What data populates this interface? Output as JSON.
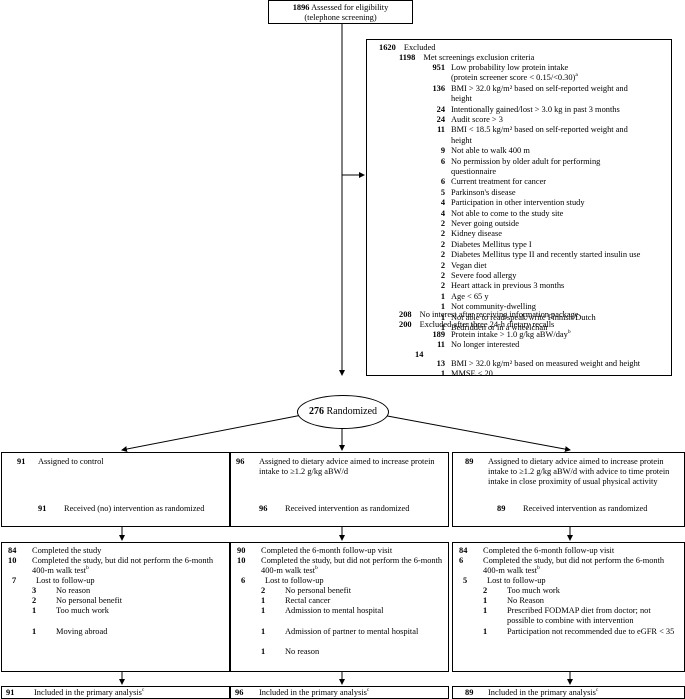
{
  "assessed": {
    "count": "1896",
    "label": "Assessed for eligibility",
    "sub": "(telephone screening)"
  },
  "excluded": {
    "count": "1620",
    "label": "Excluded",
    "screen": {
      "count": "1198",
      "label": "Met screenings exclusion criteria"
    },
    "criteria": [
      {
        "n": "951",
        "t": "Low probability low protein intake",
        "t2": "(protein screener score < 0.15/<0.30)",
        "sup": "a"
      },
      {
        "n": "136",
        "t": "BMI > 32.0 kg/m² based on self-reported weight and",
        "t2": "height"
      },
      {
        "n": "24",
        "t": "Intentionally gained/lost > 3.0 kg in past 3 months"
      },
      {
        "n": "24",
        "t": "Audit score > 3"
      },
      {
        "n": "11",
        "t": "BMI < 18.5 kg/m² based on self-reported weight and",
        "t2": "height"
      },
      {
        "n": "9",
        "t": "Not able to walk 400 m"
      },
      {
        "n": "6",
        "t": "No permission by older adult for performing",
        "t2": "questionnaire"
      },
      {
        "n": "6",
        "t": "Current treatment for cancer"
      },
      {
        "n": "5",
        "t": "Parkinson's disease"
      },
      {
        "n": "4",
        "t": "Participation in other intervention study"
      },
      {
        "n": "4",
        "t": "Not able to come to the study site"
      },
      {
        "n": "2",
        "t": "Never going outside"
      },
      {
        "n": "2",
        "t": "Kidney disease"
      },
      {
        "n": "2",
        "t": "Diabetes Mellitus type I"
      },
      {
        "n": "2",
        "t": "Diabetes Mellitus type II and recently started insulin use"
      },
      {
        "n": "2",
        "t": "Vegan diet"
      },
      {
        "n": "2",
        "t": "Severe food allergy"
      },
      {
        "n": "2",
        "t": "Heart attack in previous 3 months"
      },
      {
        "n": "1",
        "t": "Age < 65 y"
      },
      {
        "n": "1",
        "t": "Not community-dwelling"
      },
      {
        "n": "1",
        "t": "Not able to read/speak/write Finnish/Dutch"
      },
      {
        "n": "1",
        "t": "Bedridden or in a wheelchair"
      }
    ],
    "no_interest": {
      "n": "208",
      "t": "No interest after receiving information package"
    },
    "recalls": {
      "n": "200",
      "t": "Excluded after three 24-h dietary recalls"
    },
    "recall_items": [
      {
        "n": "189",
        "t": "Protein intake > 1.0 g/kg aBW/day",
        "sup": "b"
      },
      {
        "n": "11",
        "t": "No longer interested"
      }
    ],
    "other": {
      "n": "14"
    },
    "other_items": [
      {
        "n": "13",
        "t": "BMI > 32.0 kg/m² based on measured weight and height"
      },
      {
        "n": "1",
        "t": "MMSE ≤ 20"
      }
    ]
  },
  "randomized": {
    "count": "276",
    "label": "Randomized"
  },
  "arms": [
    {
      "n": "91",
      "assign": "Assigned to control",
      "recv_n": "91",
      "recv": "Received (no) intervention as randomized",
      "completed_n": "84",
      "completed": "Completed the study",
      "nowalk_n": "10",
      "nowalk": "Completed the study, but did not perform the 6-month 400-m walk test",
      "nowalk_sup": "b",
      "lost_n": "7",
      "lost": "Lost to follow-up",
      "reasons": [
        {
          "n": "3",
          "t": "No reason"
        },
        {
          "n": "2",
          "t": "No personal benefit"
        },
        {
          "n": "1",
          "t": "Too much work"
        },
        {
          "n": "1",
          "t": "Moving abroad"
        }
      ],
      "analysis_n": "91",
      "analysis": "Included in the primary analysis",
      "analysis_sup": "c"
    },
    {
      "n": "96",
      "assign": "Assigned to dietary advice aimed to increase protein intake to ≥1.2 g/kg aBW/d",
      "recv_n": "96",
      "recv": "Received intervention as randomized",
      "completed_n": "90",
      "completed": "Completed the 6-month follow-up visit",
      "nowalk_n": "10",
      "nowalk": "Completed the study, but did not perform the 6-month 400-m walk test",
      "nowalk_sup": "b",
      "lost_n": "6",
      "lost": "Lost to follow-up",
      "reasons": [
        {
          "n": "2",
          "t": "No personal benefit"
        },
        {
          "n": "1",
          "t": "Rectal cancer"
        },
        {
          "n": "1",
          "t": "Admission to mental hospital"
        },
        {
          "n": "1",
          "t": "Admission of partner to mental hospital"
        },
        {
          "n": "1",
          "t": "No reason"
        }
      ],
      "analysis_n": "96",
      "analysis": "Included in the primary analysis",
      "analysis_sup": "c"
    },
    {
      "n": "89",
      "assign": "Assigned to dietary advice aimed to increase protein intake to ≥1.2 g/kg aBW/d with advice to time protein intake in close proximity of usual physical activity",
      "recv_n": "89",
      "recv": "Received intervention as randomized",
      "completed_n": "84",
      "completed": "Completed the 6-month follow-up visit",
      "nowalk_n": "6",
      "nowalk": "Completed the study, but did not perform the 6-month 400-m walk test",
      "nowalk_sup": "b",
      "lost_n": "5",
      "lost": "Lost to follow-up",
      "reasons": [
        {
          "n": "2",
          "t": "Too much work"
        },
        {
          "n": "1",
          "t": "No Reason"
        },
        {
          "n": "1",
          "t": "Prescribed FODMAP diet from doctor; not possible to combine with intervention"
        },
        {
          "n": "1",
          "t": "Participation not recommended due to eGFR < 35"
        }
      ],
      "analysis_n": "89",
      "analysis": "Included in the primary analysis",
      "analysis_sup": "c"
    }
  ]
}
